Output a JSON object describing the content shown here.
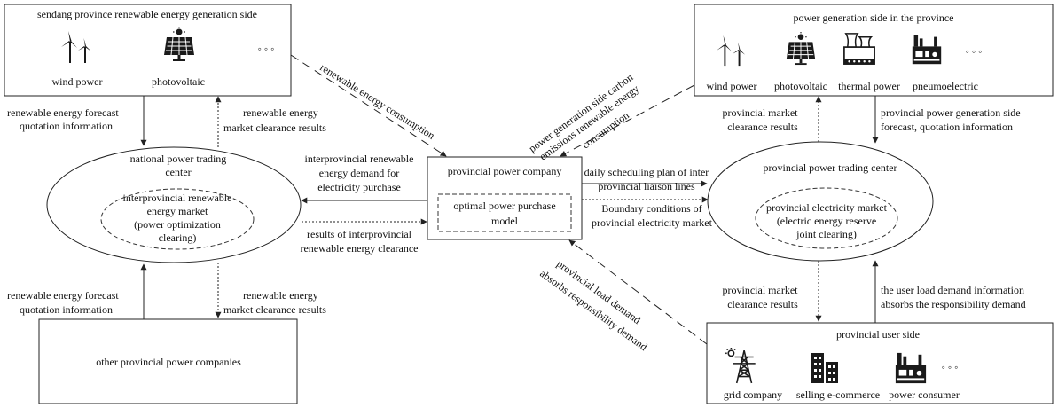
{
  "boxes": {
    "sendang_side": {
      "title": "sendang province renewable energy generation side",
      "wind": "wind power",
      "pv": "photovoltaic",
      "ellipsis": "◦ ◦ ◦"
    },
    "province_gen": {
      "title": "power generation side in the province",
      "wind": "wind power",
      "pv": "photovoltaic",
      "thermal": "thermal power",
      "pneumo": "pneumoelectric",
      "ellipsis": "◦ ◦ ◦"
    },
    "company": {
      "title": "provincial power company",
      "inner_line1": "optimal power purchase",
      "inner_line2": "model"
    },
    "other_companies": {
      "title": "other provincial power companies"
    },
    "user_side": {
      "title": "provincial user side",
      "grid": "grid company",
      "selling": "selling e-commerce",
      "consumer": "power consumer",
      "ellipsis": "◦ ◦ ◦"
    }
  },
  "ellipses": {
    "national": {
      "title_line1": "national power trading",
      "title_line2": "center",
      "inner_line1": "interprovincial renewable",
      "inner_line2": "energy market",
      "inner_line3": "(power optimization",
      "inner_line4": "clearing)"
    },
    "provincial": {
      "title": "provincial power trading center",
      "inner_line1": "provincial electricity market",
      "inner_line2": "(electric energy reserve",
      "inner_line3": "joint clearing)"
    }
  },
  "labels": {
    "left_forecast_top_1": "renewable energy forecast",
    "left_forecast_top_2": "quotation information",
    "left_clear_top_1": "renewable energy",
    "left_clear_top_2": "market clearance results",
    "renewable_consumption": "renewable energy consumption",
    "demand_1": "interprovincial renewable",
    "demand_2": "energy demand for",
    "demand_3": "electricity purchase",
    "results_1": "results of interprovincial",
    "results_2": "renewable energy clearance",
    "left_forecast_bot_1": "renewable energy forecast",
    "left_forecast_bot_2": "quotation information",
    "left_clear_bot_1": "renewable energy",
    "left_clear_bot_2": "market clearance results",
    "carbon_1": "power generation side carbon",
    "carbon_2": "emissions renewable energy",
    "carbon_3": "consumption",
    "daily_1": "daily scheduling plan of inter",
    "daily_2": "provincial liaison lines",
    "boundary_1": "Boundary conditions of",
    "boundary_2": "provincial electricity market",
    "load_1": "provincial load demand",
    "load_2": "absorbs responsibility demand",
    "right_clear_top_1": "provincial market",
    "right_clear_top_2": "clearance results",
    "right_forecast_1": "provincial power generation side",
    "right_forecast_2": "forecast, quotation information",
    "right_clear_bot_1": "provincial market",
    "right_clear_bot_2": "clearance results",
    "user_info_1": "the user load demand information",
    "user_info_2": "absorbs the responsibility demand"
  },
  "icons": [
    "wind-turbine-icon",
    "solar-panel-icon",
    "power-plant-icon",
    "factory-icon",
    "transmission-tower-icon",
    "building-icon"
  ]
}
